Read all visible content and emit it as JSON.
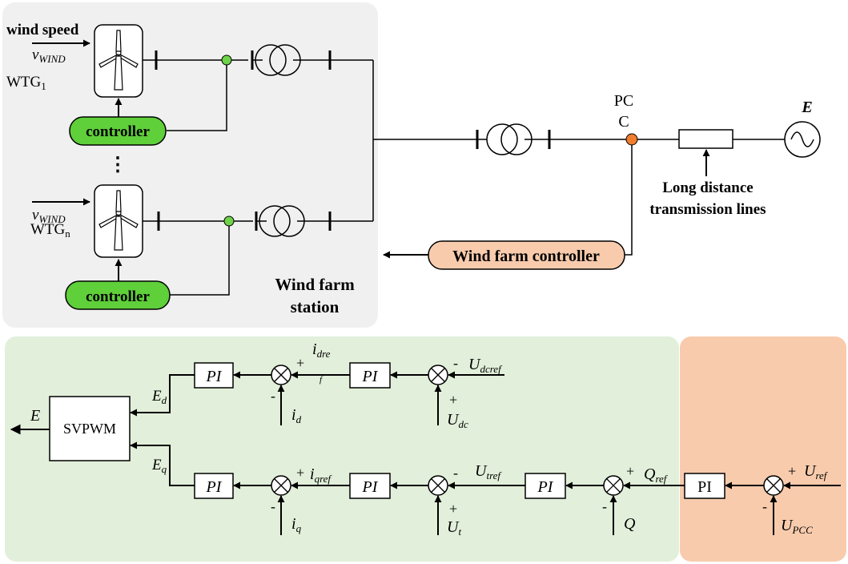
{
  "colors": {
    "station_bg": "#f0f0f0",
    "control_bg": "#e2efda",
    "farm_ctrl_bg": "#f8cbad",
    "controller_fill": "#5fcf3a",
    "node_green": "#6fd34a",
    "node_orange": "#f07d2d"
  },
  "top": {
    "wind_speed": "wind speed",
    "v_wind_v": "v",
    "v_wind_sub": "WIND",
    "wtg1_main": "WTG",
    "wtg1_sub": "1",
    "wtgn_main": "WTG",
    "wtgn_sub": "n",
    "controller": "controller",
    "ellipsis": "⋮",
    "pcc_line1": "PC",
    "pcc_line2": "C",
    "source_label": "E",
    "long_line1": "Long distance",
    "long_line2": "transmission lines",
    "farm_controller": "Wind farm controller",
    "station_line1": "Wind farm",
    "station_line2": "station"
  },
  "bottom": {
    "pi": "PI",
    "pi_plain": "PI",
    "svpwm": "SVPWM",
    "E": "E",
    "Ed_main": "E",
    "Ed_sub": "d",
    "Eq_main": "E",
    "Eq_sub": "q",
    "idre_main": "i",
    "idre_sub": "dre",
    "f_mark": "f",
    "id_main": "i",
    "id_sub": "d",
    "udcref_main": "U",
    "udcref_sub": "dcref",
    "udc_main": "U",
    "udc_sub": "dc",
    "iqref_main": "i",
    "iqref_sub": "qref",
    "iq_main": "i",
    "iq_sub": "q",
    "utref_main": "U",
    "utref_sub": "tref",
    "ut_main": "U",
    "ut_sub": "t",
    "qref_main": "Q",
    "qref_sub": "ref",
    "q": "Q",
    "uref_main": "U",
    "uref_sub": "ref",
    "upcc_main": "U",
    "upcc_sub": "PCC",
    "plus": "+",
    "minus": "-"
  }
}
